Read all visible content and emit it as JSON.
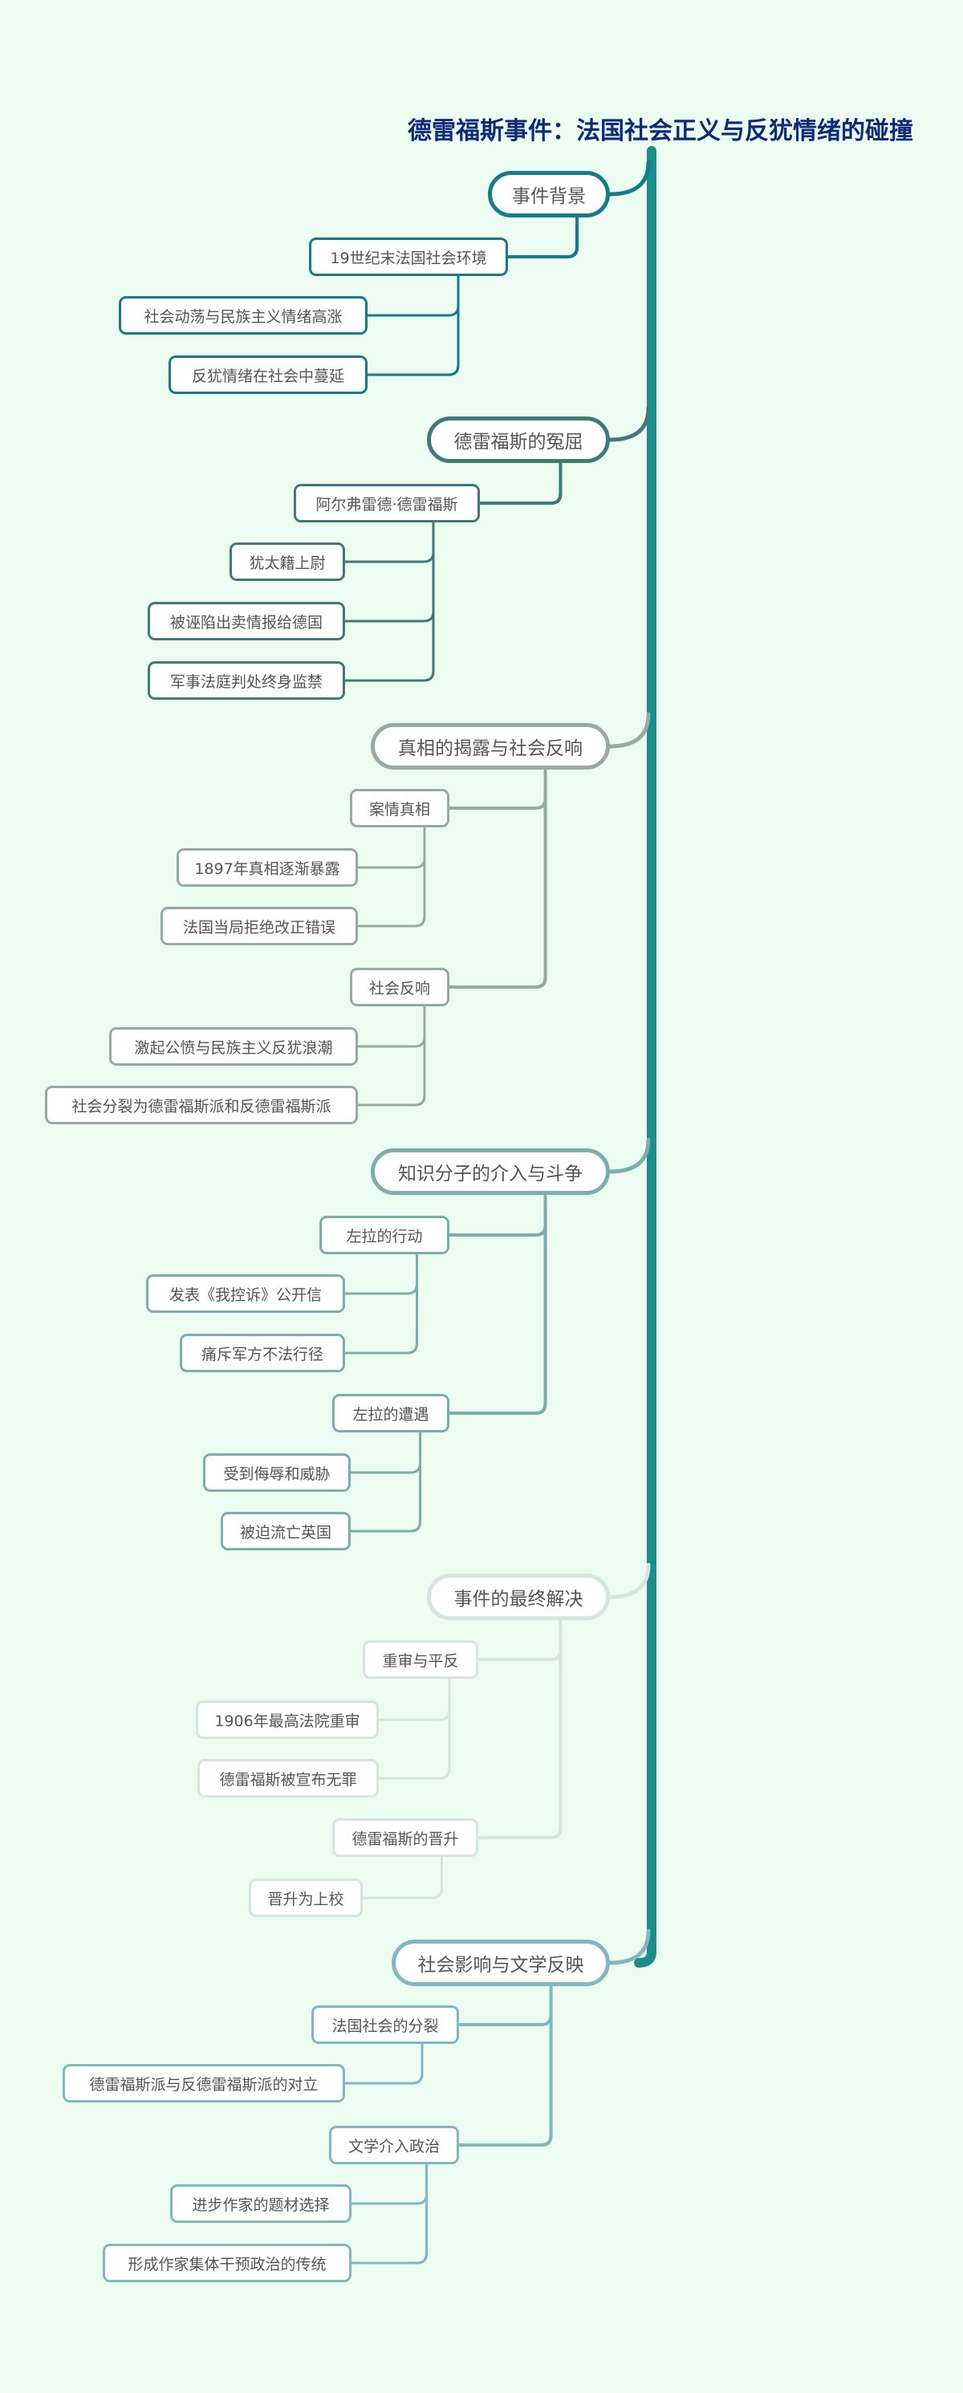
{
  "title": "德雷福斯事件：法国社会正义与反犹情绪的碰撞",
  "colors": {
    "background": "#ecfcf1",
    "title": "#0d2a7a",
    "spine": "#1d8d8b",
    "branch_1": "#167b88",
    "branch_2": "#3f7a79",
    "branch_3": "#93aba4",
    "branch_4": "#79aeac",
    "branch_5": "#d4e6e0",
    "branch_6": "#7fb8bf"
  },
  "branches": [
    {
      "label": "事件背景",
      "children": [
        {
          "label": "19世纪末法国社会环境",
          "children": [
            {
              "label": "社会动荡与民族主义情绪高涨"
            },
            {
              "label": "反犹情绪在社会中蔓延"
            }
          ]
        }
      ]
    },
    {
      "label": "德雷福斯的冤屈",
      "children": [
        {
          "label": "阿尔弗雷德·德雷福斯",
          "children": [
            {
              "label": "犹太籍上尉"
            },
            {
              "label": "被诬陷出卖情报给德国"
            },
            {
              "label": "军事法庭判处终身监禁"
            }
          ]
        }
      ]
    },
    {
      "label": "真相的揭露与社会反响",
      "children": [
        {
          "label": "案情真相",
          "children": [
            {
              "label": "1897年真相逐渐暴露"
            },
            {
              "label": "法国当局拒绝改正错误"
            }
          ]
        },
        {
          "label": "社会反响",
          "children": [
            {
              "label": "激起公愤与民族主义反犹浪潮"
            },
            {
              "label": "社会分裂为德雷福斯派和反德雷福斯派"
            }
          ]
        }
      ]
    },
    {
      "label": "知识分子的介入与斗争",
      "children": [
        {
          "label": "左拉的行动",
          "children": [
            {
              "label": "发表《我控诉》公开信"
            },
            {
              "label": "痛斥军方不法行径"
            }
          ]
        },
        {
          "label": "左拉的遭遇",
          "children": [
            {
              "label": "受到侮辱和威胁"
            },
            {
              "label": "被迫流亡英国"
            }
          ]
        }
      ]
    },
    {
      "label": "事件的最终解决",
      "children": [
        {
          "label": "重审与平反",
          "children": [
            {
              "label": "1906年最高法院重审"
            },
            {
              "label": "德雷福斯被宣布无罪"
            }
          ]
        },
        {
          "label": "德雷福斯的晋升",
          "children": [
            {
              "label": "晋升为上校"
            }
          ]
        }
      ]
    },
    {
      "label": "社会影响与文学反映",
      "children": [
        {
          "label": "法国社会的分裂",
          "children": [
            {
              "label": "德雷福斯派与反德雷福斯派的对立"
            }
          ]
        },
        {
          "label": "文学介入政治",
          "children": [
            {
              "label": "进步作家的题材选择"
            },
            {
              "label": "形成作家集体干预政治的传统"
            }
          ]
        }
      ]
    }
  ]
}
